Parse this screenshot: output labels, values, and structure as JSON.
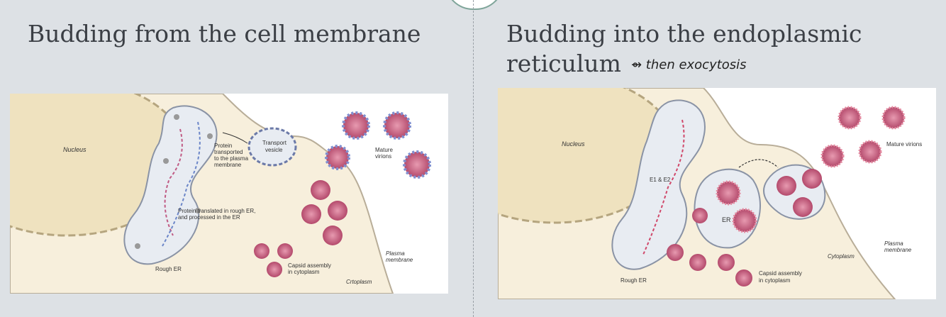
{
  "left": {
    "title": "Budding from the cell membrane",
    "labels": {
      "nucleus": "Nucleus",
      "protein_transported": [
        "Protein",
        "transported",
        "to the plasma",
        "membrane"
      ],
      "transport_vesicle": [
        "Transport",
        "vesicle"
      ],
      "mature_virions": [
        "Mature",
        "virions"
      ],
      "protein_translated": [
        "Protein translated in rough ER,",
        "and processed in the ER"
      ],
      "rough_er": "Rough ER",
      "capsid_assembly": [
        "Capsid assembly",
        "in cytoplasm"
      ],
      "plasma_membrane": [
        "Plasma",
        "membrane"
      ],
      "cytoplasm": "Crtoplasm"
    }
  },
  "right": {
    "title_line1": "Budding into the endoplasmic",
    "title_line2": "reticulum",
    "handwritten_note": "⇴ then exocytosis",
    "labels": {
      "nucleus": "Nucleus",
      "mature_virions": "Mature virions",
      "e1_e2": "E1 & E2",
      "er": "ER",
      "cytoplasm": "Cytoplasm",
      "plasma_membrane": [
        "Plasma",
        "membrane"
      ],
      "rough_er": "Rough ER",
      "capsid_assembly": [
        "Capsid assembly",
        "in cytoplasm"
      ]
    }
  },
  "colors": {
    "background": "#dde1e5",
    "cytoplasm_fill": "#f7efdc",
    "nucleus_fill": "#efe2bf",
    "er_fill": "#e8ecf2",
    "virion": "#c9587a",
    "spike": "#7f8fd0",
    "text": "#3b3f45"
  }
}
